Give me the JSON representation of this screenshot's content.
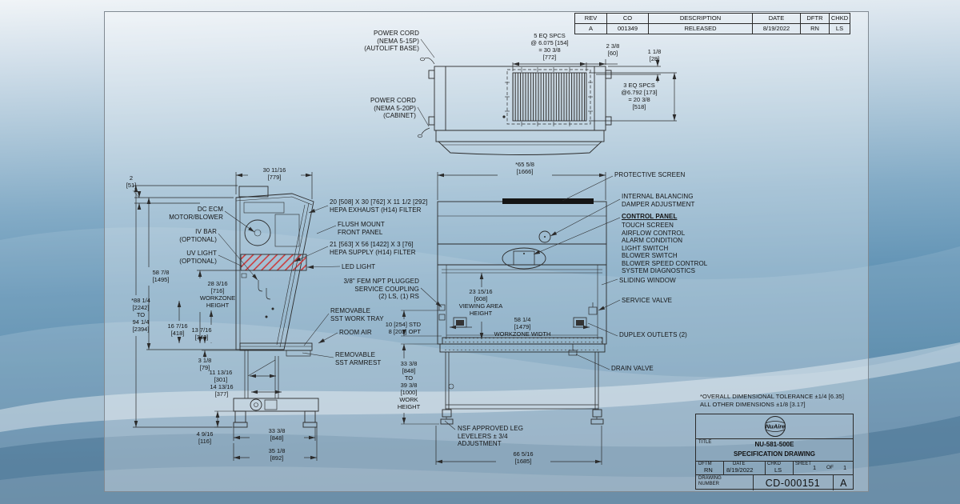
{
  "colors": {
    "background_accent": "#4a7fa5",
    "line": "#2b2b2b",
    "hepa_hatch_red": "#cc3333",
    "protective_screen_black": "#151515",
    "sheet_tint": "#ffffff"
  },
  "rev_table": {
    "headers": [
      "REV",
      "CO",
      "DESCRIPTION",
      "DATE",
      "DFTR",
      "CHKD"
    ],
    "row": [
      "A",
      "001349",
      "RELEASED",
      "8/19/2022",
      "RN",
      "LS"
    ]
  },
  "labels": {
    "power_cord_autolift": "POWER CORD\n(NEMA 5-15P)\n(AUTOLIFT BASE)",
    "power_cord_cabinet": "POWER CORD\n(NEMA 5-20P)\n(CABINET)",
    "dc_ecm": "DC ECM\nMOTOR/BLOWER",
    "iv_bar": "IV BAR\n(OPTIONAL)",
    "uv_light": "UV LIGHT\n(OPTIONAL)",
    "hepa_exhaust": "20 [508] X 30 [762] X 11 1/2 [292]\nHEPA EXHAUST (H14) FILTER",
    "flush_mount": "FLUSH MOUNT\nFRONT PANEL",
    "hepa_supply": "21 [563] X 56 [1422] X 3 [76]\nHEPA SUPPLY (H14) FILTER",
    "led_light": "LED LIGHT",
    "service_coupling": "3/8\" FEM NPT PLUGGED\nSERVICE COUPLING\n(2) LS, (1) RS",
    "work_tray": "REMOVABLE\nSST WORK TRAY",
    "room_air": "ROOM AIR",
    "armrest": "REMOVABLE\nSST ARMREST",
    "nsf_levelers": "NSF APPROVED LEG\nLEVELERS ± 3/4\nADJUSTMENT",
    "protective_screen": "PROTECTIVE SCREEN",
    "internal_balancing": "INTERNAL BALANCING\nDAMPER ADJUSTMENT",
    "sliding_window": "SLIDING WINDOW",
    "service_valve": "SERVICE VALVE",
    "duplex_outlets": "DUPLEX OUTLETS (2)",
    "drain_valve": "DRAIN VALVE"
  },
  "control_panel": {
    "title": "CONTROL PANEL",
    "items": "TOUCH SCREEN\nAIRFLOW CONTROL\nALARM CONDITION\nLIGHT SWITCH\nBLOWER SWITCH\nBLOWER SPEED CONTROL\nSYSTEM DIAGNOSTICS"
  },
  "dims": {
    "eq5": "5 EQ SPCS\n@ 6.075 [154]\n= 30 3/8\n[772]",
    "d2_3_8": "2 3/8\n[60]",
    "d1_1_8": "1 1/8\n[28]",
    "eq3": "3 EQ SPCS\n@6.792 [173]\n= 20 3/8\n[518]",
    "d2_51": "2\n[51]",
    "d30_11_16": "30 11/16\n[779]",
    "d58_7_8": "58 7/8\n[1495]",
    "d88_94": "*88 1/4\n[2242]\nTO\n94 1/4\n[2394]",
    "d28_3_16": "28 3/16\n[716]\nWORKZONE\nHEIGHT",
    "d16_7_16": "16 7/16\n[418]",
    "d13_7_16": "13 7/16\n[342]",
    "d3_1_8": "3 1/8\n[79]",
    "d11_13_16": "11 13/16\n[301]",
    "d14_13_16": "14 13/16\n[377]",
    "d4_9_16": "4 9/16\n[116]",
    "d33_3_8_side": "33 3/8\n[848]",
    "d35_1_8": "35 1/8\n[892]",
    "d65_5_8": "*65 5/8\n[1666]",
    "d23_15_16": "23 15/16\n[608]\nVIEWING AREA\nHEIGHT",
    "d58_1_4": "58 1/4\n[1479]\nWORKZONE WIDTH",
    "d10_254": "10 [254] STD\n8 [203] OPT",
    "d33_39_work": "33 3/8\n[848]\nTO\n39 3/8\n[1000]\nWORK\nHEIGHT",
    "d66_5_16": "66 5/16\n[1685]"
  },
  "notes": {
    "tolerance": "*OVERALL DIMENSIONAL TOLERANCE ±1/4 [6.35]\nALL OTHER DIMENSIONS ±1/8 [3.17]"
  },
  "title_block": {
    "logo": "NuAire",
    "title_label": "TITLE",
    "model": "NU-581-500E",
    "drawing_type": "SPECIFICATION DRAWING",
    "dftm_label": "DFTM",
    "dftm": "RN",
    "date_label": "DATE",
    "date": "8/19/2022",
    "chkd_label": "CHKD",
    "chkd": "LS",
    "sheet_label": "SHEET",
    "sheet_current": "1",
    "sheet_of": "OF",
    "sheet_total": "1",
    "drawing_number_label": "DRAWING\nNUMBER",
    "drawing_number": "CD-000151",
    "revision": "A"
  }
}
